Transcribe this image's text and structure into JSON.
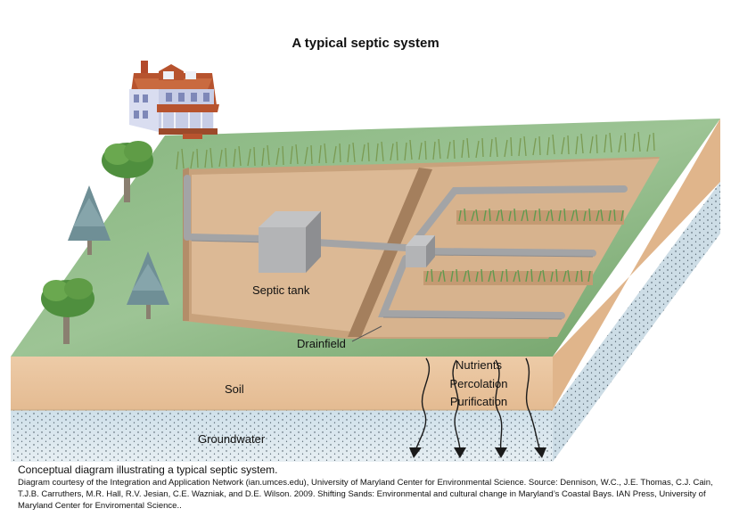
{
  "title": "A typical septic system",
  "labels": {
    "septic_tank": "Septic tank",
    "drainfield": "Drainfield",
    "soil": "Soil",
    "groundwater": "Groundwater",
    "nutrients": "Nutrients",
    "percolation": "Percolation",
    "purification": "Purification"
  },
  "caption": {
    "main": "Conceptual diagram illustrating a typical septic system.",
    "credit": "Diagram courtesy of the Integration and Application Network (ian.umces.edu), University of Maryland Center for Environmental Science. Source: Dennison, W.C., J.E. Thomas, C.J. Cain, T.J.B. Carruthers, M.R. Hall, R.V. Jesian, C.E. Wazniak, and D.E. Wilson. 2009. Shifting Sands: Environmental and cultural change in Maryland’s Coastal Bays. IAN Press, University of Maryland Center for Enviromental Science.."
  },
  "colors": {
    "grass": "#7fae76",
    "soil": "#ecc9a4",
    "excavation": "#d6b493",
    "groundwater": "#d6e4ec",
    "pipe": "#a3a4a6",
    "tank": "#b3b4b6"
  }
}
